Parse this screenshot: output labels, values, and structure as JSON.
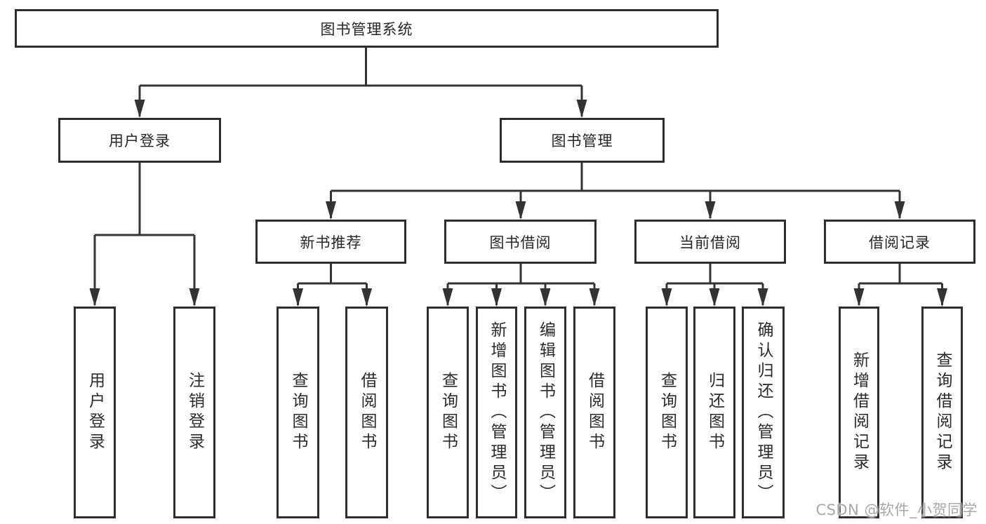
{
  "tree": {
    "label": "图书管理系统",
    "children": [
      {
        "label": "用户登录",
        "children": [
          {
            "label": "用户登录"
          },
          {
            "label": "注销登录"
          }
        ]
      },
      {
        "label": "图书管理",
        "children": [
          {
            "label": "新书推荐",
            "children": [
              {
                "label": "查询图书"
              },
              {
                "label": "借阅图书"
              }
            ]
          },
          {
            "label": "图书借阅",
            "children": [
              {
                "label": "查询图书"
              },
              {
                "label": "新增图书（管理员）"
              },
              {
                "label": "编辑图书（管理员）"
              },
              {
                "label": "借阅图书"
              }
            ]
          },
          {
            "label": "当前借阅",
            "children": [
              {
                "label": "查询图书"
              },
              {
                "label": "归还图书"
              },
              {
                "label": "确认归还（管理员）"
              }
            ]
          },
          {
            "label": "借阅记录",
            "children": [
              {
                "label": "新增借阅记录"
              },
              {
                "label": "查询借阅记录"
              }
            ]
          }
        ]
      }
    ]
  },
  "watermark": "CSDN @软件_小贺同学",
  "colors": {
    "line": "#333333",
    "border": "#2d2d2d",
    "text": "#262626",
    "watermark": "#a8a8a8",
    "background": "#ffffff"
  }
}
